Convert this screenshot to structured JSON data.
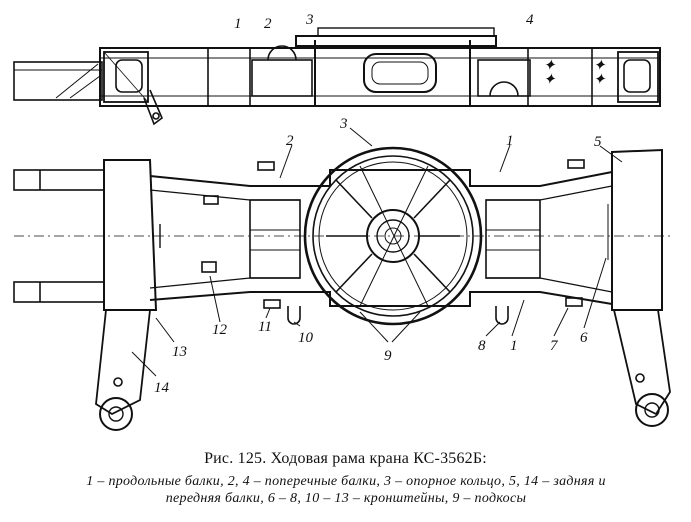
{
  "figure": {
    "labels": {
      "top": [
        "1",
        "2",
        "3",
        "4"
      ],
      "plan": [
        "3",
        "2",
        "1",
        "5",
        "12",
        "11",
        "10",
        "9",
        "8",
        "1",
        "7",
        "6",
        "13",
        "14"
      ]
    }
  },
  "caption": {
    "title": "Рис. 125. Ходовая рама крана КС-3562Б:",
    "legend_line1": "1 – продольные балки, 2, 4 – поперечные балки, 3 – опорное кольцо, 5, 14 – задняя и",
    "legend_line2": "передняя балки, 6 – 8, 10 – 13 – кронштейны, 9 – подкосы"
  }
}
